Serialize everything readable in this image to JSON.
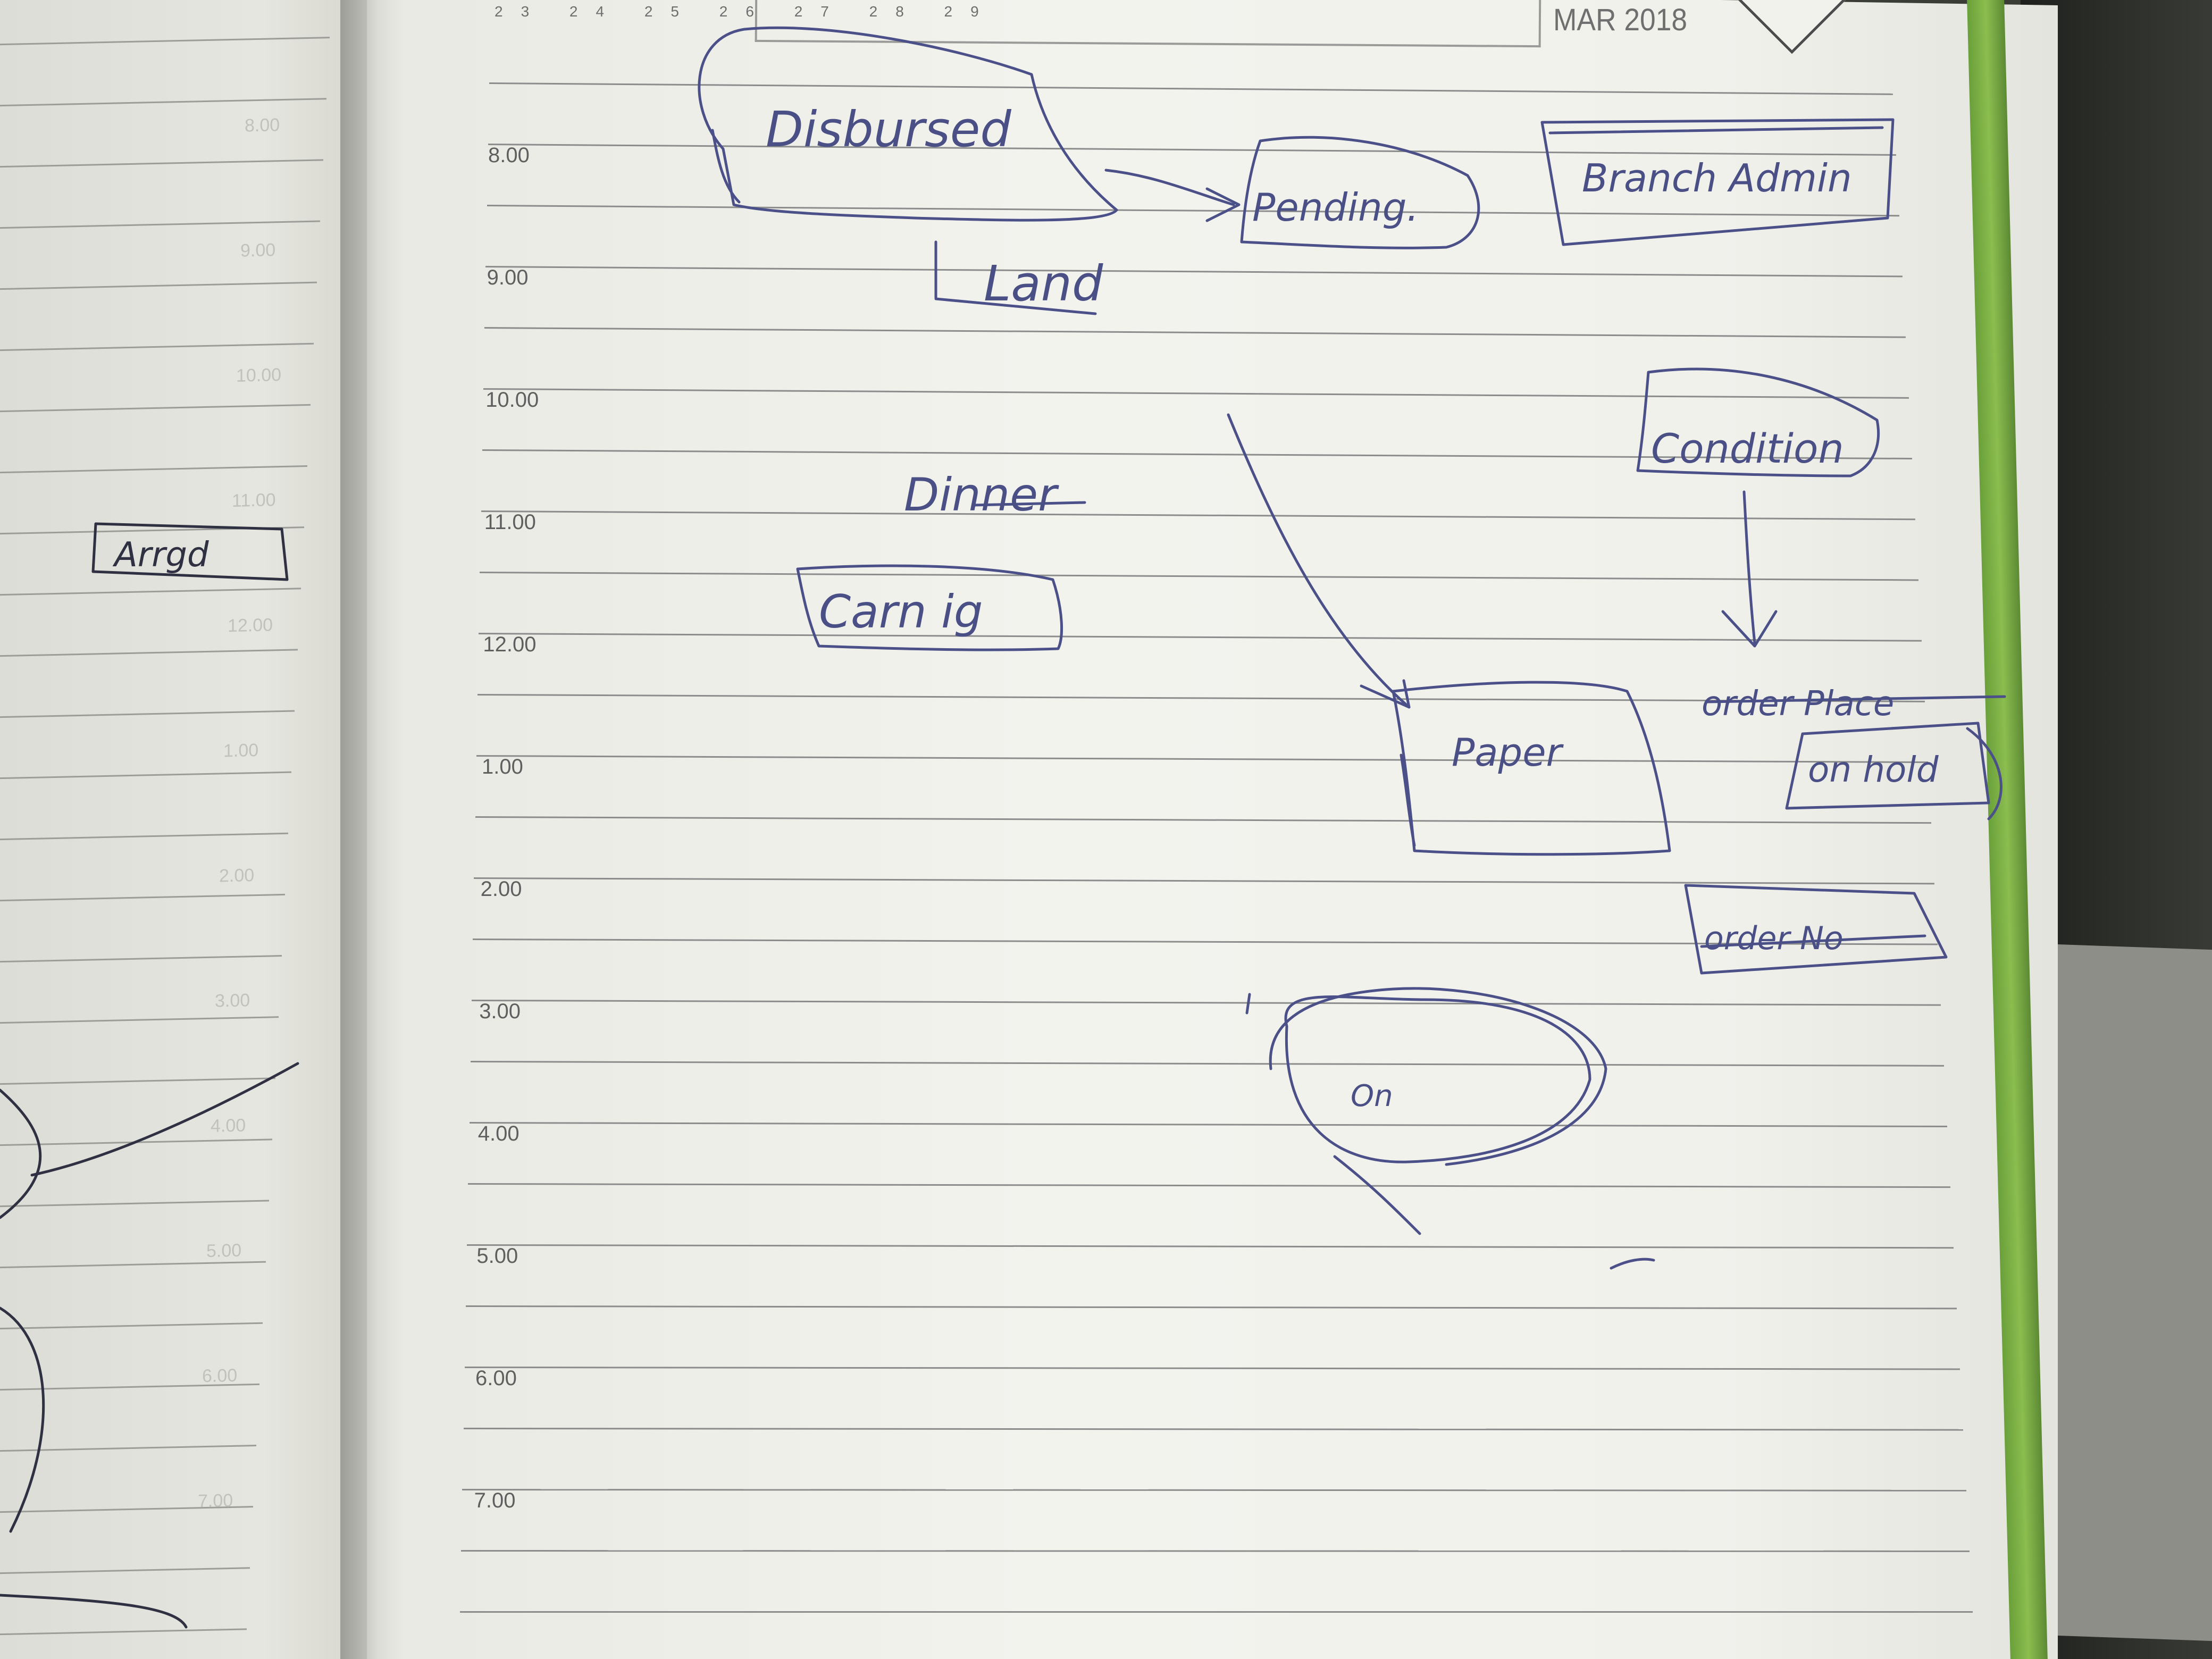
{
  "header": {
    "date_strip": "23 24 25 26 27 28 29",
    "month": "MAR 2018"
  },
  "times": [
    "8.00",
    "9.00",
    "10.00",
    "11.00",
    "12.00",
    "1.00",
    "2.00",
    "3.00",
    "4.00",
    "5.00",
    "6.00",
    "7.00"
  ],
  "left_page_times": [
    "8.00",
    "9.00",
    "10.00",
    "11.00",
    "12.00",
    "1.00",
    "2.00",
    "3.00",
    "4.00",
    "5.00",
    "6.00",
    "7.00"
  ],
  "handwriting": {
    "disbursed": "Disbursed",
    "land": "Land",
    "pending": "Pending.",
    "branch_admin": "Branch Admin",
    "condition": "Condition",
    "order_place": "order Place",
    "on_hold": "on hold",
    "order_no": "order No",
    "dinner": "Dinner",
    "carnig": "Carn ig",
    "paper": "Paper",
    "oval": "On",
    "left_note": "Arrgd"
  },
  "colors": {
    "ink": "#4a4f86",
    "page": "#f2f2ed",
    "rule": "#8b8d8c",
    "green_edge": "#7bb043"
  }
}
